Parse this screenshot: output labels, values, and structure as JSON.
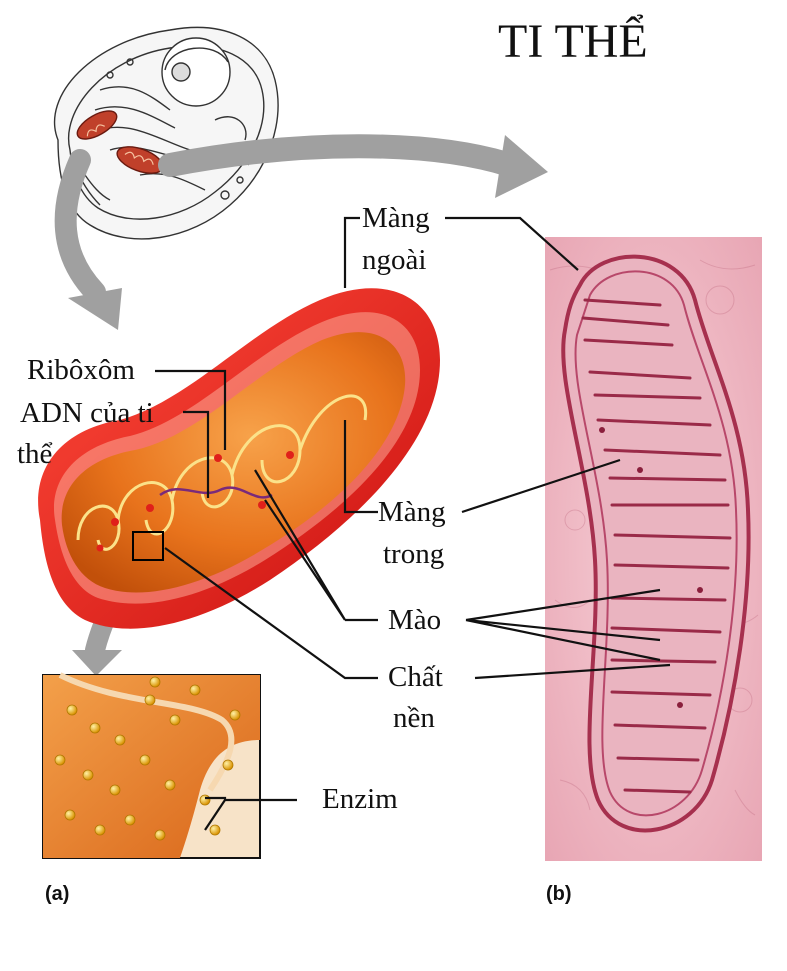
{
  "title": "TI THỂ",
  "labels": {
    "mang_ngoai": [
      "Màng",
      "ngoài"
    ],
    "ribosome": "Ribôxôm",
    "adn": [
      "ADN của ti",
      "thể"
    ],
    "mang_trong": [
      "Màng",
      "trong"
    ],
    "mao": "Mào",
    "chat_nen": [
      "Chất",
      "nền"
    ],
    "enzim": "Enzim"
  },
  "panels": {
    "a": "(a)",
    "b": "(b)"
  },
  "colors": {
    "outer_membrane": "#e8161c",
    "inner_body": "#e86a10",
    "cristae_highlight": "#ffd24a",
    "arrow": "#a0a0a0",
    "micrograph_bg": "#f3c3cc",
    "micrograph_membrane": "#a6304e",
    "enzyme": "#f2b21e"
  },
  "icons": [
    "cell-sketch",
    "mitochondrion-illustration",
    "electron-micrograph",
    "zoom-inset"
  ]
}
